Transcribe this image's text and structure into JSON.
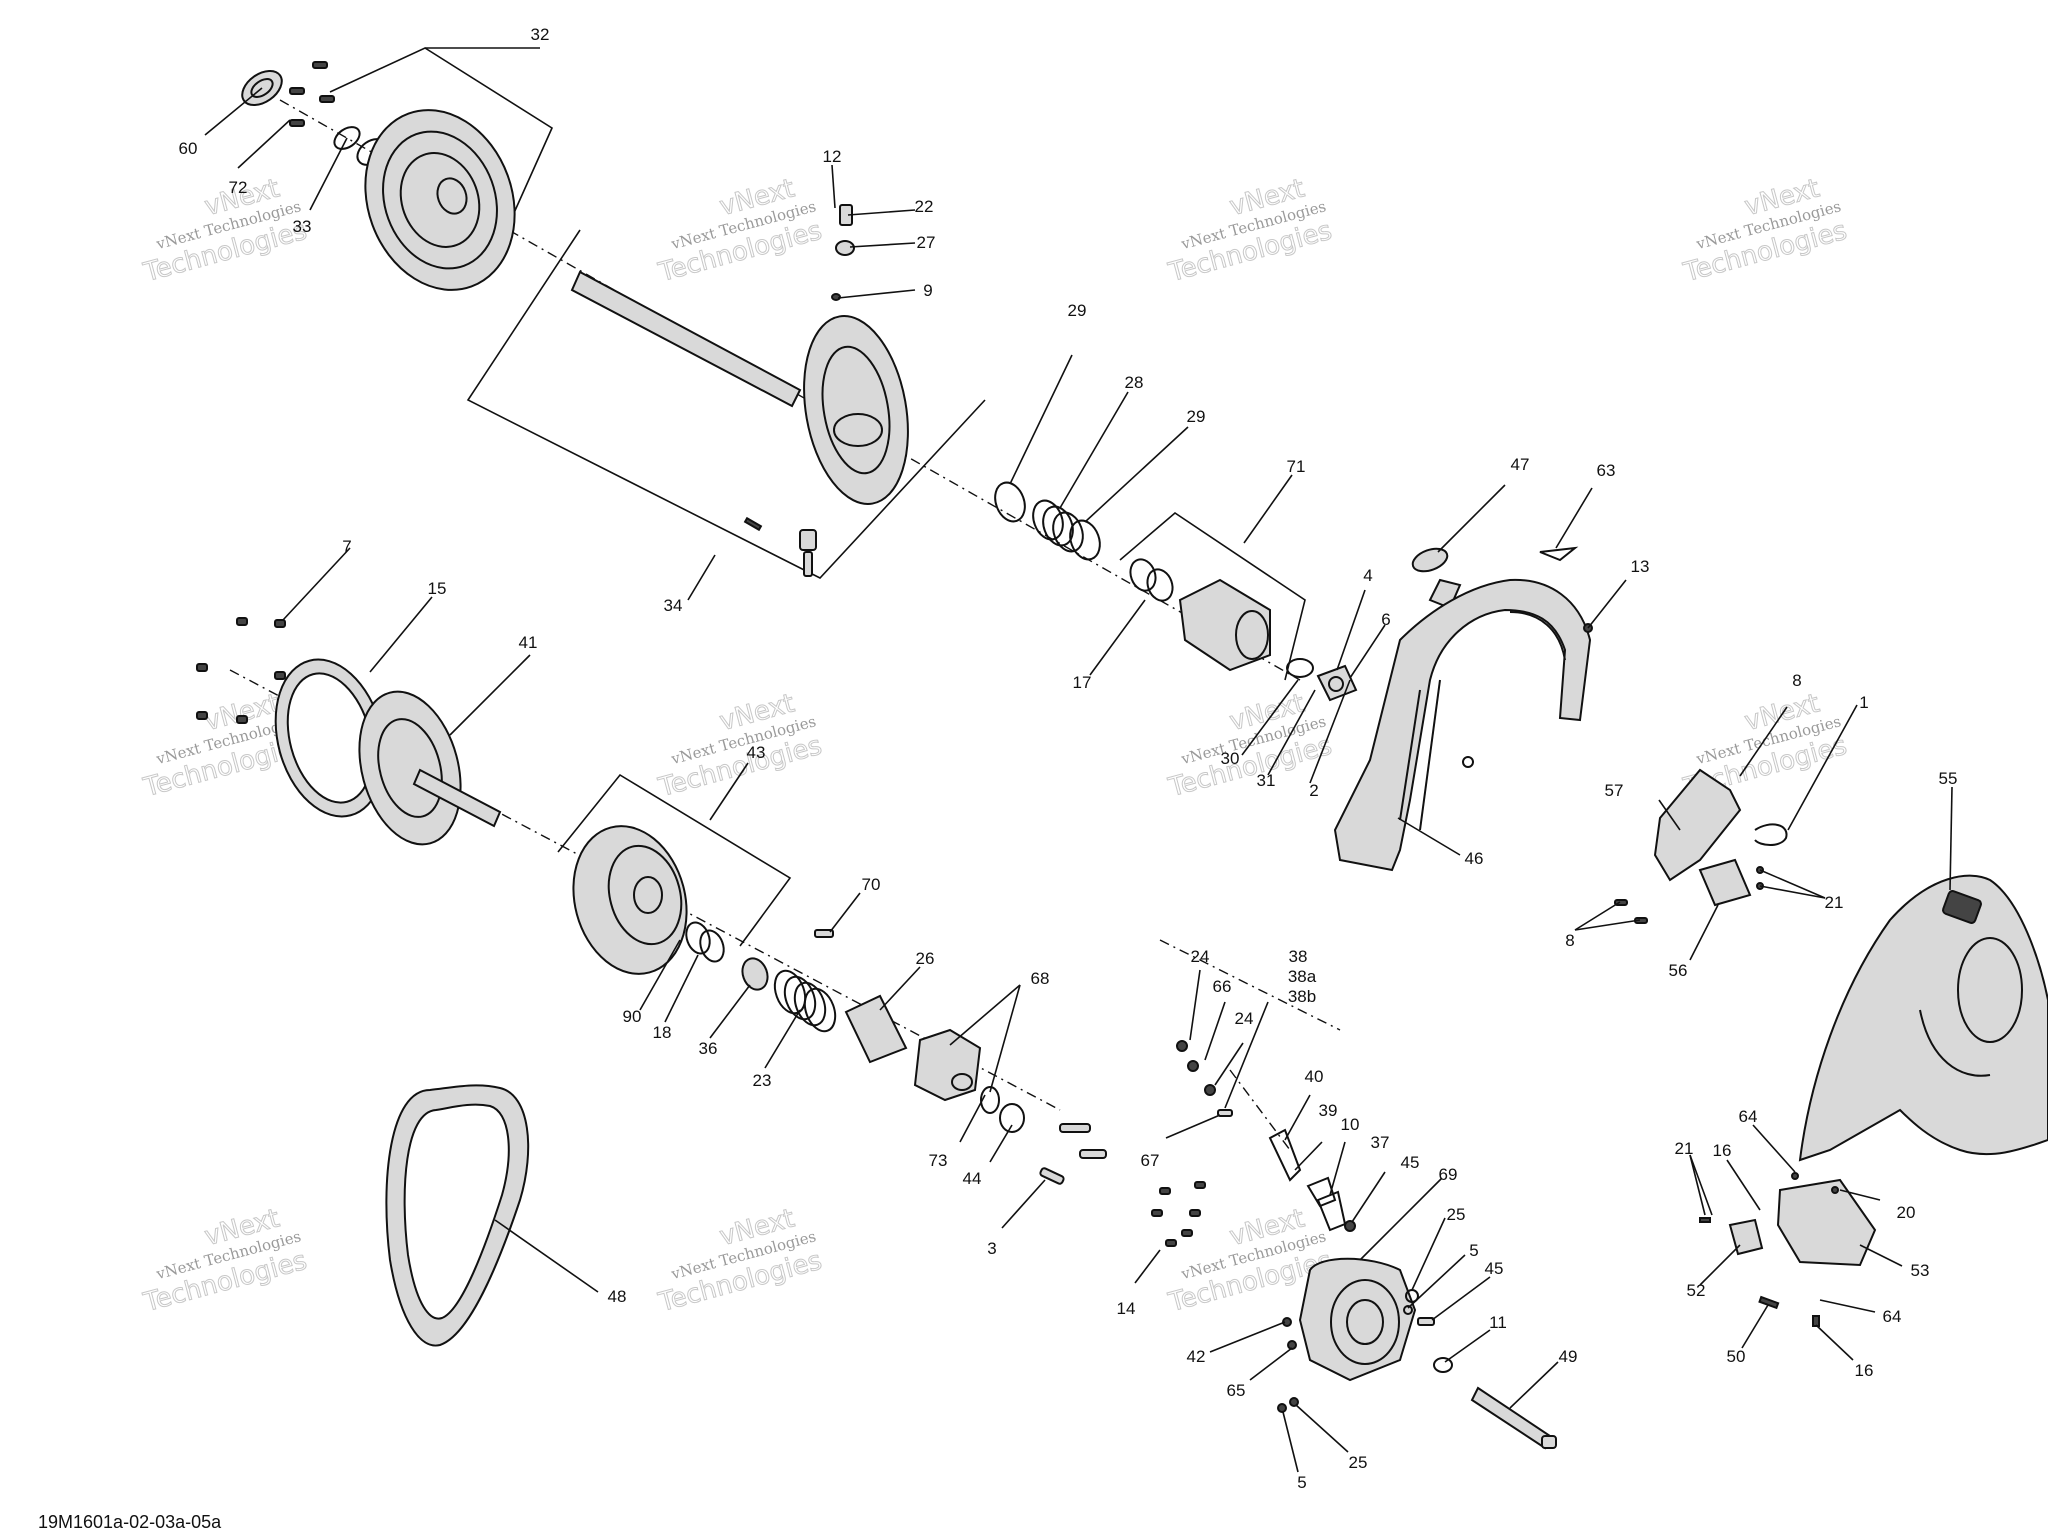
{
  "diagram": {
    "code": "19M1601a-02-03a-05a",
    "watermark": {
      "line1": "vNext",
      "line2": "vNext Technologies",
      "line3": "Technologies"
    },
    "callouts": [
      {
        "id": "c-32",
        "text": "32"
      },
      {
        "id": "c-60",
        "text": "60"
      },
      {
        "id": "c-72",
        "text": "72"
      },
      {
        "id": "c-33",
        "text": "33"
      },
      {
        "id": "c-12",
        "text": "12"
      },
      {
        "id": "c-22",
        "text": "22"
      },
      {
        "id": "c-27",
        "text": "27"
      },
      {
        "id": "c-9",
        "text": "9"
      },
      {
        "id": "c-29a",
        "text": "29"
      },
      {
        "id": "c-28",
        "text": "28"
      },
      {
        "id": "c-29b",
        "text": "29"
      },
      {
        "id": "c-34",
        "text": "34"
      },
      {
        "id": "c-71",
        "text": "71"
      },
      {
        "id": "c-47",
        "text": "47"
      },
      {
        "id": "c-63",
        "text": "63"
      },
      {
        "id": "c-13",
        "text": "13"
      },
      {
        "id": "c-4",
        "text": "4"
      },
      {
        "id": "c-6",
        "text": "6"
      },
      {
        "id": "c-17",
        "text": "17"
      },
      {
        "id": "c-30",
        "text": "30"
      },
      {
        "id": "c-31",
        "text": "31"
      },
      {
        "id": "c-2",
        "text": "2"
      },
      {
        "id": "c-46",
        "text": "46"
      },
      {
        "id": "c-7",
        "text": "7"
      },
      {
        "id": "c-15",
        "text": "15"
      },
      {
        "id": "c-41",
        "text": "41"
      },
      {
        "id": "c-43",
        "text": "43"
      },
      {
        "id": "c-70",
        "text": "70"
      },
      {
        "id": "c-90",
        "text": "90"
      },
      {
        "id": "c-18",
        "text": "18"
      },
      {
        "id": "c-36",
        "text": "36"
      },
      {
        "id": "c-23",
        "text": "23"
      },
      {
        "id": "c-26",
        "text": "26"
      },
      {
        "id": "c-68",
        "text": "68"
      },
      {
        "id": "c-73",
        "text": "73"
      },
      {
        "id": "c-44",
        "text": "44"
      },
      {
        "id": "c-3",
        "text": "3"
      },
      {
        "id": "c-48",
        "text": "48"
      },
      {
        "id": "c-8a",
        "text": "8"
      },
      {
        "id": "c-1",
        "text": "1"
      },
      {
        "id": "c-57",
        "text": "57"
      },
      {
        "id": "c-55",
        "text": "55"
      },
      {
        "id": "c-21a",
        "text": "21"
      },
      {
        "id": "c-8b",
        "text": "8"
      },
      {
        "id": "c-56",
        "text": "56"
      },
      {
        "id": "c-24a",
        "text": "24"
      },
      {
        "id": "c-66",
        "text": "66"
      },
      {
        "id": "c-24b",
        "text": "24"
      },
      {
        "id": "c-38",
        "text": "38"
      },
      {
        "id": "c-38a",
        "text": "38a"
      },
      {
        "id": "c-38b",
        "text": "38b"
      },
      {
        "id": "c-40",
        "text": "40"
      },
      {
        "id": "c-39",
        "text": "39"
      },
      {
        "id": "c-10",
        "text": "10"
      },
      {
        "id": "c-37",
        "text": "37"
      },
      {
        "id": "c-45a",
        "text": "45"
      },
      {
        "id": "c-67",
        "text": "67"
      },
      {
        "id": "c-69",
        "text": "69"
      },
      {
        "id": "c-25a",
        "text": "25"
      },
      {
        "id": "c-5a",
        "text": "5"
      },
      {
        "id": "c-45b",
        "text": "45"
      },
      {
        "id": "c-14",
        "text": "14"
      },
      {
        "id": "c-42",
        "text": "42"
      },
      {
        "id": "c-65",
        "text": "65"
      },
      {
        "id": "c-11",
        "text": "11"
      },
      {
        "id": "c-49",
        "text": "49"
      },
      {
        "id": "c-5b",
        "text": "5"
      },
      {
        "id": "c-25b",
        "text": "25"
      },
      {
        "id": "c-64a",
        "text": "64"
      },
      {
        "id": "c-21b",
        "text": "21"
      },
      {
        "id": "c-16a",
        "text": "16"
      },
      {
        "id": "c-20",
        "text": "20"
      },
      {
        "id": "c-53",
        "text": "53"
      },
      {
        "id": "c-52",
        "text": "52"
      },
      {
        "id": "c-64b",
        "text": "64"
      },
      {
        "id": "c-50",
        "text": "50"
      },
      {
        "id": "c-16b",
        "text": "16"
      }
    ]
  }
}
